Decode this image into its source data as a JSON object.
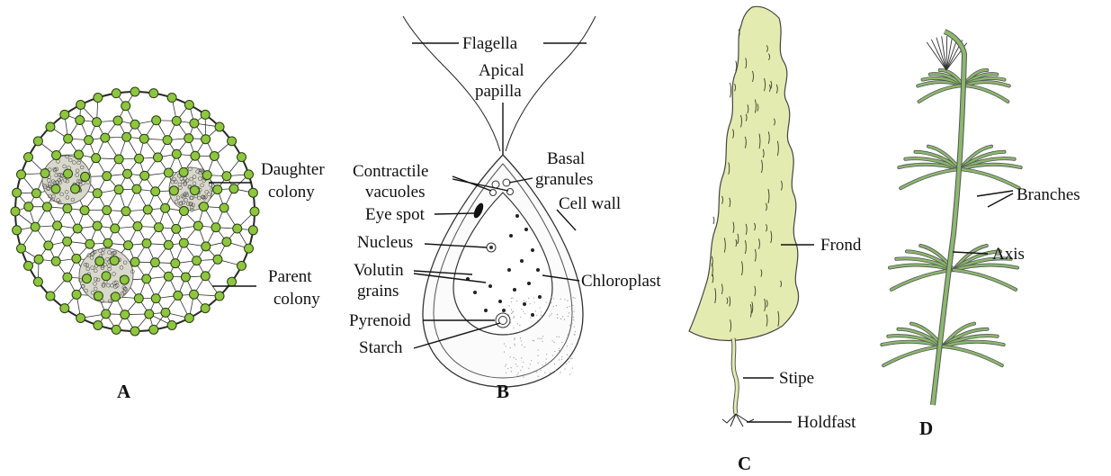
{
  "panels": {
    "a": {
      "letter": "A",
      "daughter_colony": [
        "Daughter",
        "colony"
      ],
      "parent_colony": [
        "Parent",
        "colony"
      ],
      "cell_color": "#8dc63f"
    },
    "b": {
      "letter": "B",
      "flagella": "Flagella",
      "apical_papilla": [
        "Apical",
        "papilla"
      ],
      "basal_granules": [
        "Basal",
        "granules"
      ],
      "contractile_vacuoles": [
        "Contractile",
        "vacuoles"
      ],
      "cell_wall": "Cell wall",
      "eye_spot": "Eye spot",
      "nucleus": "Nucleus",
      "volutin_grains": [
        "Volutin",
        "grains"
      ],
      "chloroplast": "Chloroplast",
      "pyrenoid": "Pyrenoid",
      "starch": "Starch"
    },
    "c": {
      "letter": "C",
      "frond": "Frond",
      "stipe": "Stipe",
      "holdfast": "Holdfast",
      "frond_color": "#e3ebb0"
    },
    "d": {
      "letter": "D",
      "branches": "Branches",
      "axis": "Axis",
      "plant_color": "#8cb86e"
    }
  }
}
